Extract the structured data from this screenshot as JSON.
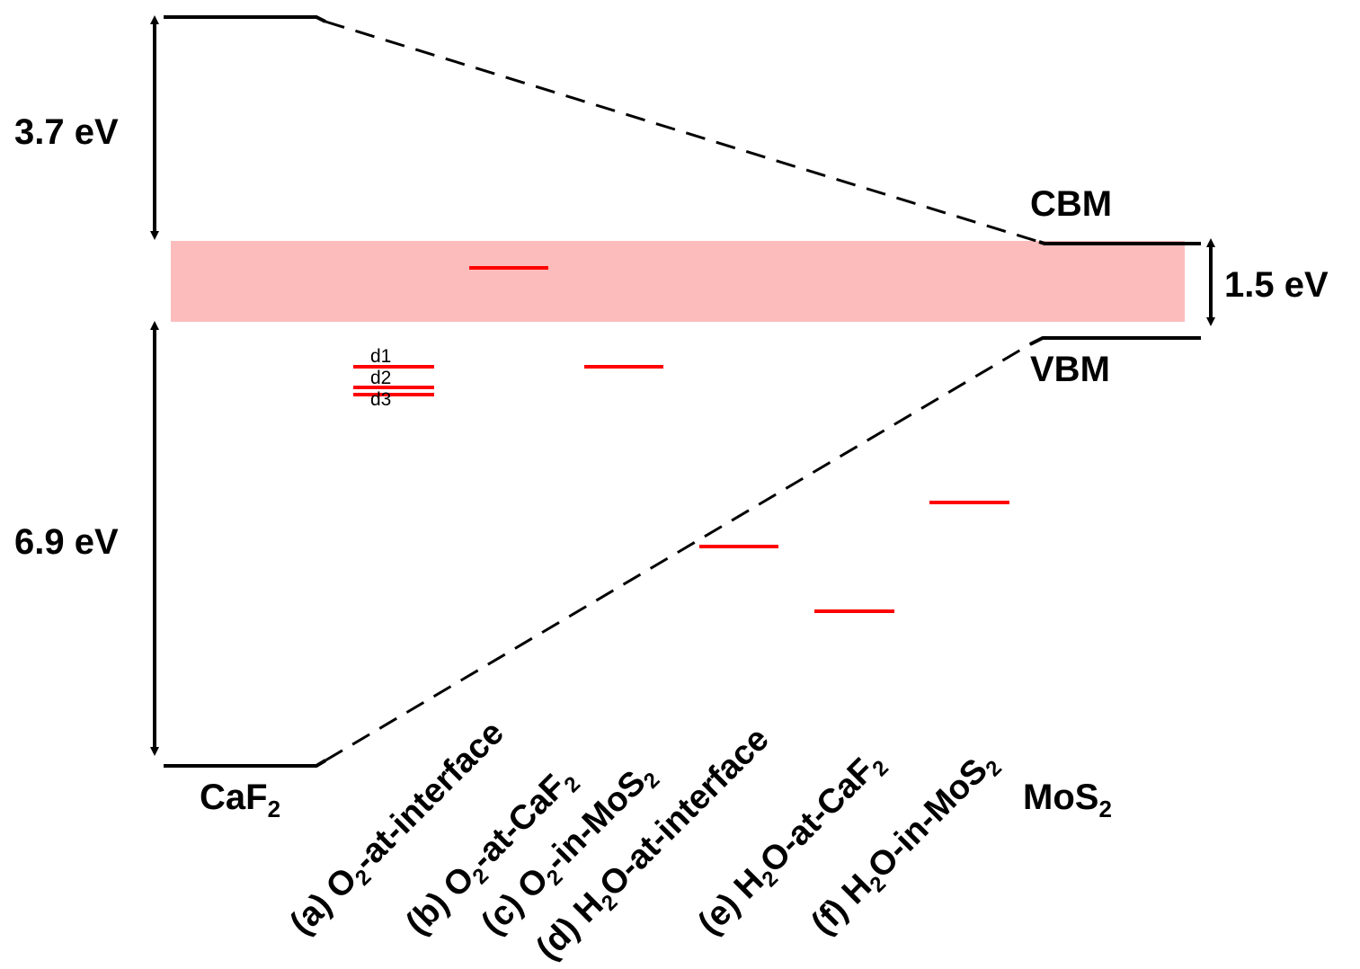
{
  "gaps": {
    "caf2_cb_offset": "3.7 eV",
    "caf2_vb_offset": "6.9 eV",
    "mos2_gap": "1.5 eV"
  },
  "band_labels": {
    "cbm": "CBM",
    "vbm": "VBM"
  },
  "materials": {
    "left": {
      "text": "CaF",
      "sub": "2"
    },
    "right": {
      "text": "MoS",
      "sub": "2"
    }
  },
  "level_labels": {
    "d1": "d1",
    "d2": "d2",
    "d3": "d3"
  },
  "defects": [
    {
      "prefix": "(a) O",
      "sub": "2",
      "suffix": "-at-interface"
    },
    {
      "prefix": "(b) O",
      "sub": "2",
      "suffix": "-at-CaF",
      "sub2": "2"
    },
    {
      "prefix": "(c) O",
      "sub": "2",
      "suffix": "-in-MoS",
      "sub2": "2"
    },
    {
      "prefix": "(d) H",
      "sub": "2",
      "suffix": "O-at-interface"
    },
    {
      "prefix": "(e) H",
      "sub": "2",
      "suffix": "O-at-CaF",
      "sub2": "2"
    },
    {
      "prefix": "(f) H",
      "sub": "2",
      "suffix": "O-in-MoS",
      "sub2": "2"
    }
  ],
  "colors": {
    "gap_band": "#fcbcbc",
    "defect_level": "#ff0000",
    "lines": "#000000"
  }
}
